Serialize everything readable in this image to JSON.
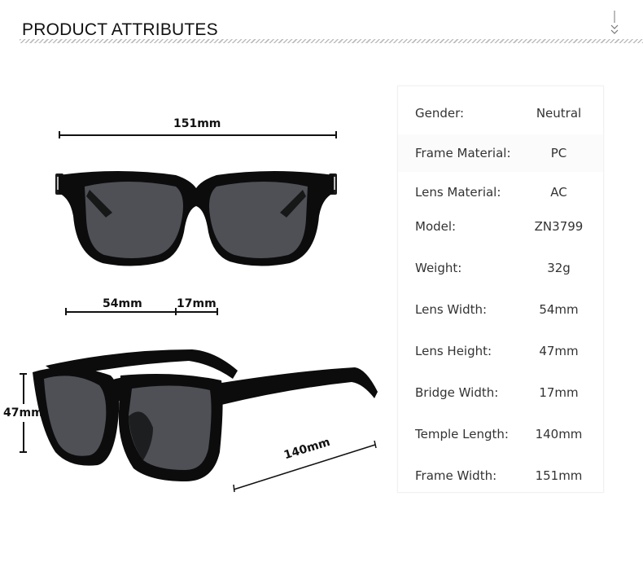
{
  "header": {
    "title": "PRODUCT ATTRIBUTES"
  },
  "icons": {
    "scroll_indicator": "double-chevron-down-icon"
  },
  "dimensions": {
    "frame_width": "151mm",
    "lens_width": "54mm",
    "bridge_width": "17mm",
    "lens_height": "47mm",
    "temple_length": "140mm"
  },
  "specs": [
    {
      "label": "Gender:",
      "value": "Neutral"
    },
    {
      "label": "Frame Material:",
      "value": "PC"
    },
    {
      "label": "Lens Material:",
      "value": "AC"
    },
    {
      "label": "Model:",
      "value": "ZN3799"
    },
    {
      "label": "Weight:",
      "value": "32g"
    },
    {
      "label": "Lens Width:",
      "value": "54mm"
    },
    {
      "label": "Lens Height:",
      "value": "47mm"
    },
    {
      "label": "Bridge Width:",
      "value": "17mm"
    },
    {
      "label": "Temple Length:",
      "value": "140mm"
    },
    {
      "label": "Frame Width:",
      "value": "151mm"
    }
  ],
  "colors": {
    "frame": "#0c0c0c",
    "lens": "#4e5056",
    "stripe": "#bdbdbd"
  }
}
